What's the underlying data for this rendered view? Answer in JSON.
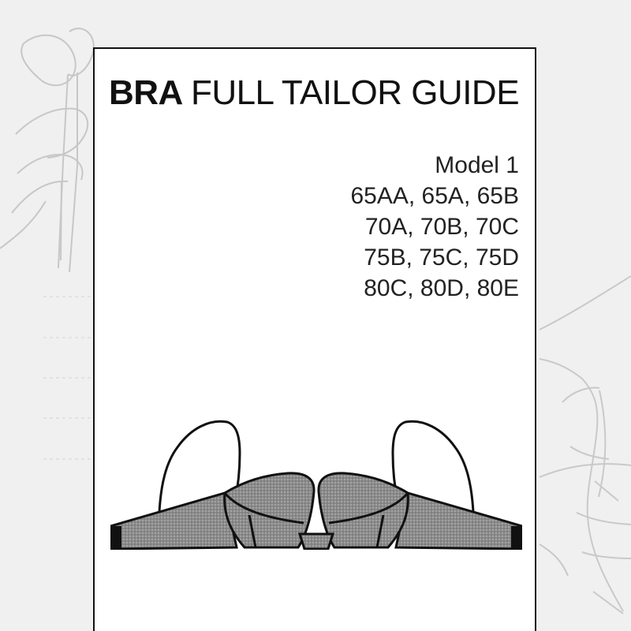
{
  "guide": {
    "title_bold": "BRA",
    "title_rest": "FULL TAILOR GUIDE",
    "model_label": "Model 1",
    "size_rows": [
      "65AA, 65A, 65B",
      "70A, 70B, 70C",
      "75B, 75C, 75D",
      "80C, 80D, 80E"
    ]
  },
  "colors": {
    "background": "#f0f0f0",
    "card": "#ffffff",
    "ink": "#111111",
    "mesh": "#8a8a8a",
    "sketch": "#c8c8c8"
  },
  "icons": {
    "scissors": "scissors-sketch",
    "dress_form": "dress-form-sketch",
    "bra": "bra-illustration"
  }
}
